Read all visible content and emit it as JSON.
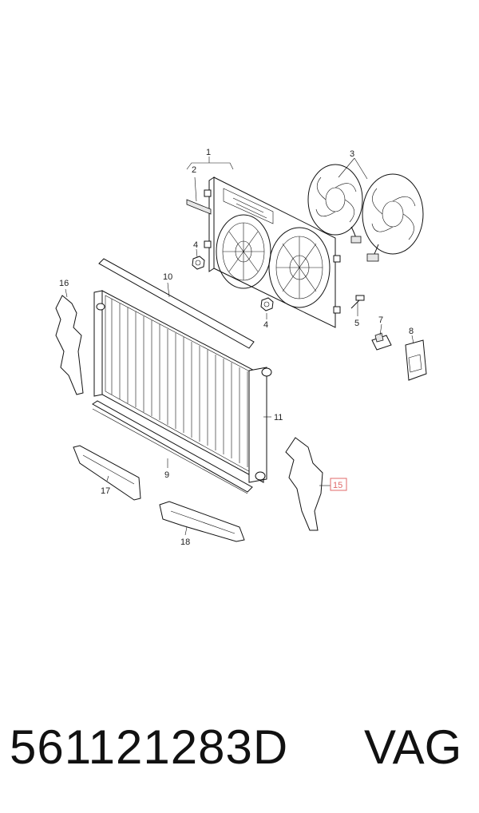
{
  "callouts": {
    "c1": "1",
    "c2": "2",
    "c3": "3",
    "c4a": "4",
    "c4b": "4",
    "c5": "5",
    "c7": "7",
    "c8": "8",
    "c9": "9",
    "c10": "10",
    "c11": "11",
    "c15": "15",
    "c16": "16",
    "c17": "17",
    "c18": "18"
  },
  "highlight_color": "#e06a6a",
  "footer": {
    "part_number": "561121283D",
    "brand": "VAG"
  }
}
